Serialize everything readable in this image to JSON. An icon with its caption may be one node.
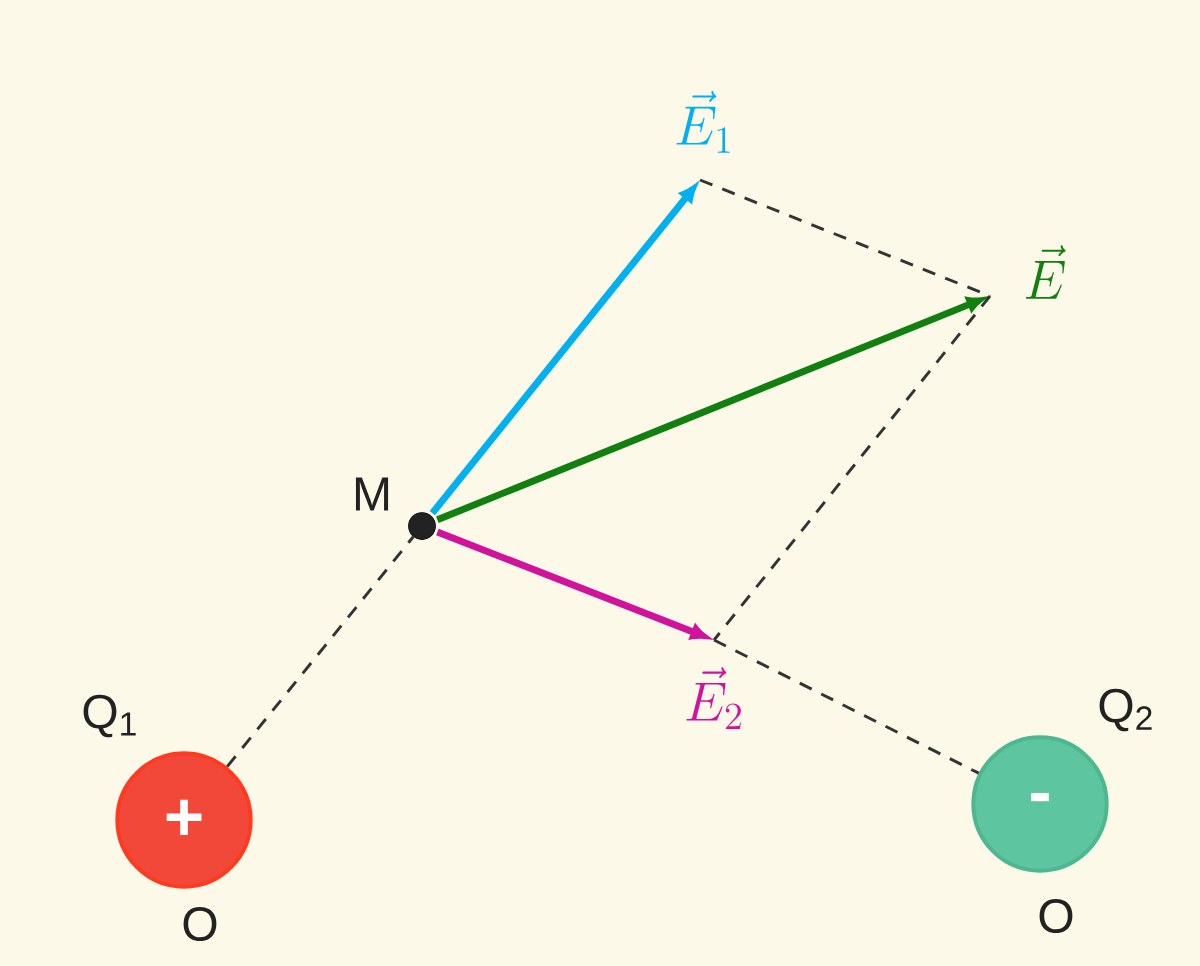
{
  "diagram": {
    "nodes": [
      {
        "text": [
          "+"
        ],
        "beside": [
          "Q$_{1}$",
          "O"
        ]
      },
      {
        "text": [
          "-"
        ],
        "beside": [
          "Q$_{2}$",
          "O"
        ]
      },
      {
        "text": [],
        "shape": "circle",
        "beside": [
          "M"
        ]
      },
      {
        "text": [
          "\\vec{E}_1"
        ]
      },
      {
        "text": [
          "\\vec{E}"
        ]
      },
      {
        "text": [
          "\\vec{E}_2"
        ]
      }
    ],
    "edges": [
      {
        "from": 0,
        "to": 2,
        "arrow": "none",
        "style": "dashed"
      },
      {
        "from": 2,
        "to": 3,
        "arrow": "to",
        "style": "thick",
        "color": "#00b0ef"
      },
      {
        "from": 2,
        "to": 4,
        "arrow": "to",
        "style": "thick",
        "color": "#118011"
      },
      {
        "from": 2,
        "to": 5,
        "arrow": "to",
        "style": "thick",
        "color": "#d0139a"
      },
      {
        "from": 3,
        "to": 4,
        "arrow": "none",
        "style": "dashed"
      },
      {
        "from": 4,
        "to": 5,
        "arrow": "none",
        "style": "dashed"
      },
      {
        "from": 5,
        "to": 1,
        "arrow": "none",
        "style": "dashed"
      }
    ]
  }
}
